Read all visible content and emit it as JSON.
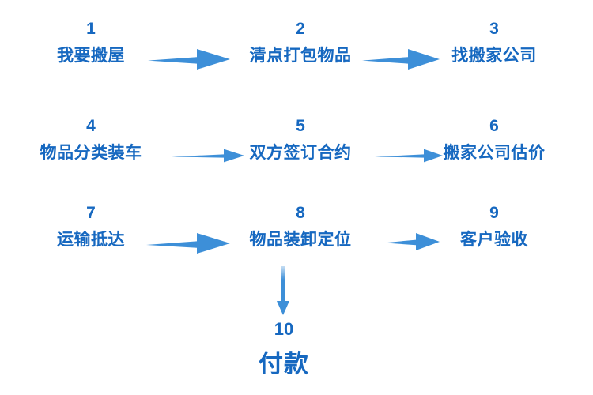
{
  "diagram": {
    "title_text": "",
    "background_color": "#ffffff",
    "text_color": "#1668c0",
    "arrow_color": "#3d8fd8",
    "steps": [
      {
        "num": "1",
        "label": "我要搬屋"
      },
      {
        "num": "2",
        "label": "清点打包物品"
      },
      {
        "num": "3",
        "label": "找搬家公司"
      },
      {
        "num": "4",
        "label": "物品分类装车"
      },
      {
        "num": "5",
        "label": "双方签订合约"
      },
      {
        "num": "6",
        "label": "搬家公司估价"
      },
      {
        "num": "7",
        "label": "运输抵达"
      },
      {
        "num": "8",
        "label": "物品装卸定位"
      },
      {
        "num": "9",
        "label": "客户验收"
      },
      {
        "num": "10",
        "label": "付款"
      }
    ],
    "connectors": [
      {
        "name": "arrow-step1-to-step2",
        "direction": "right",
        "style": "thick-tapered"
      },
      {
        "name": "arrow-step2-to-step3",
        "direction": "right",
        "style": "thick-tapered"
      },
      {
        "name": "arrow-step4-to-step5",
        "direction": "right",
        "style": "thin-shaft"
      },
      {
        "name": "arrow-step5-to-step6",
        "direction": "right",
        "style": "thin-shaft"
      },
      {
        "name": "arrow-step7-to-step8",
        "direction": "right",
        "style": "thick-tapered"
      },
      {
        "name": "arrow-step8-to-step9",
        "direction": "right",
        "style": "thick-tapered-short"
      },
      {
        "name": "arrow-step8-to-step10",
        "direction": "down",
        "style": "thin-tapered"
      }
    ]
  }
}
